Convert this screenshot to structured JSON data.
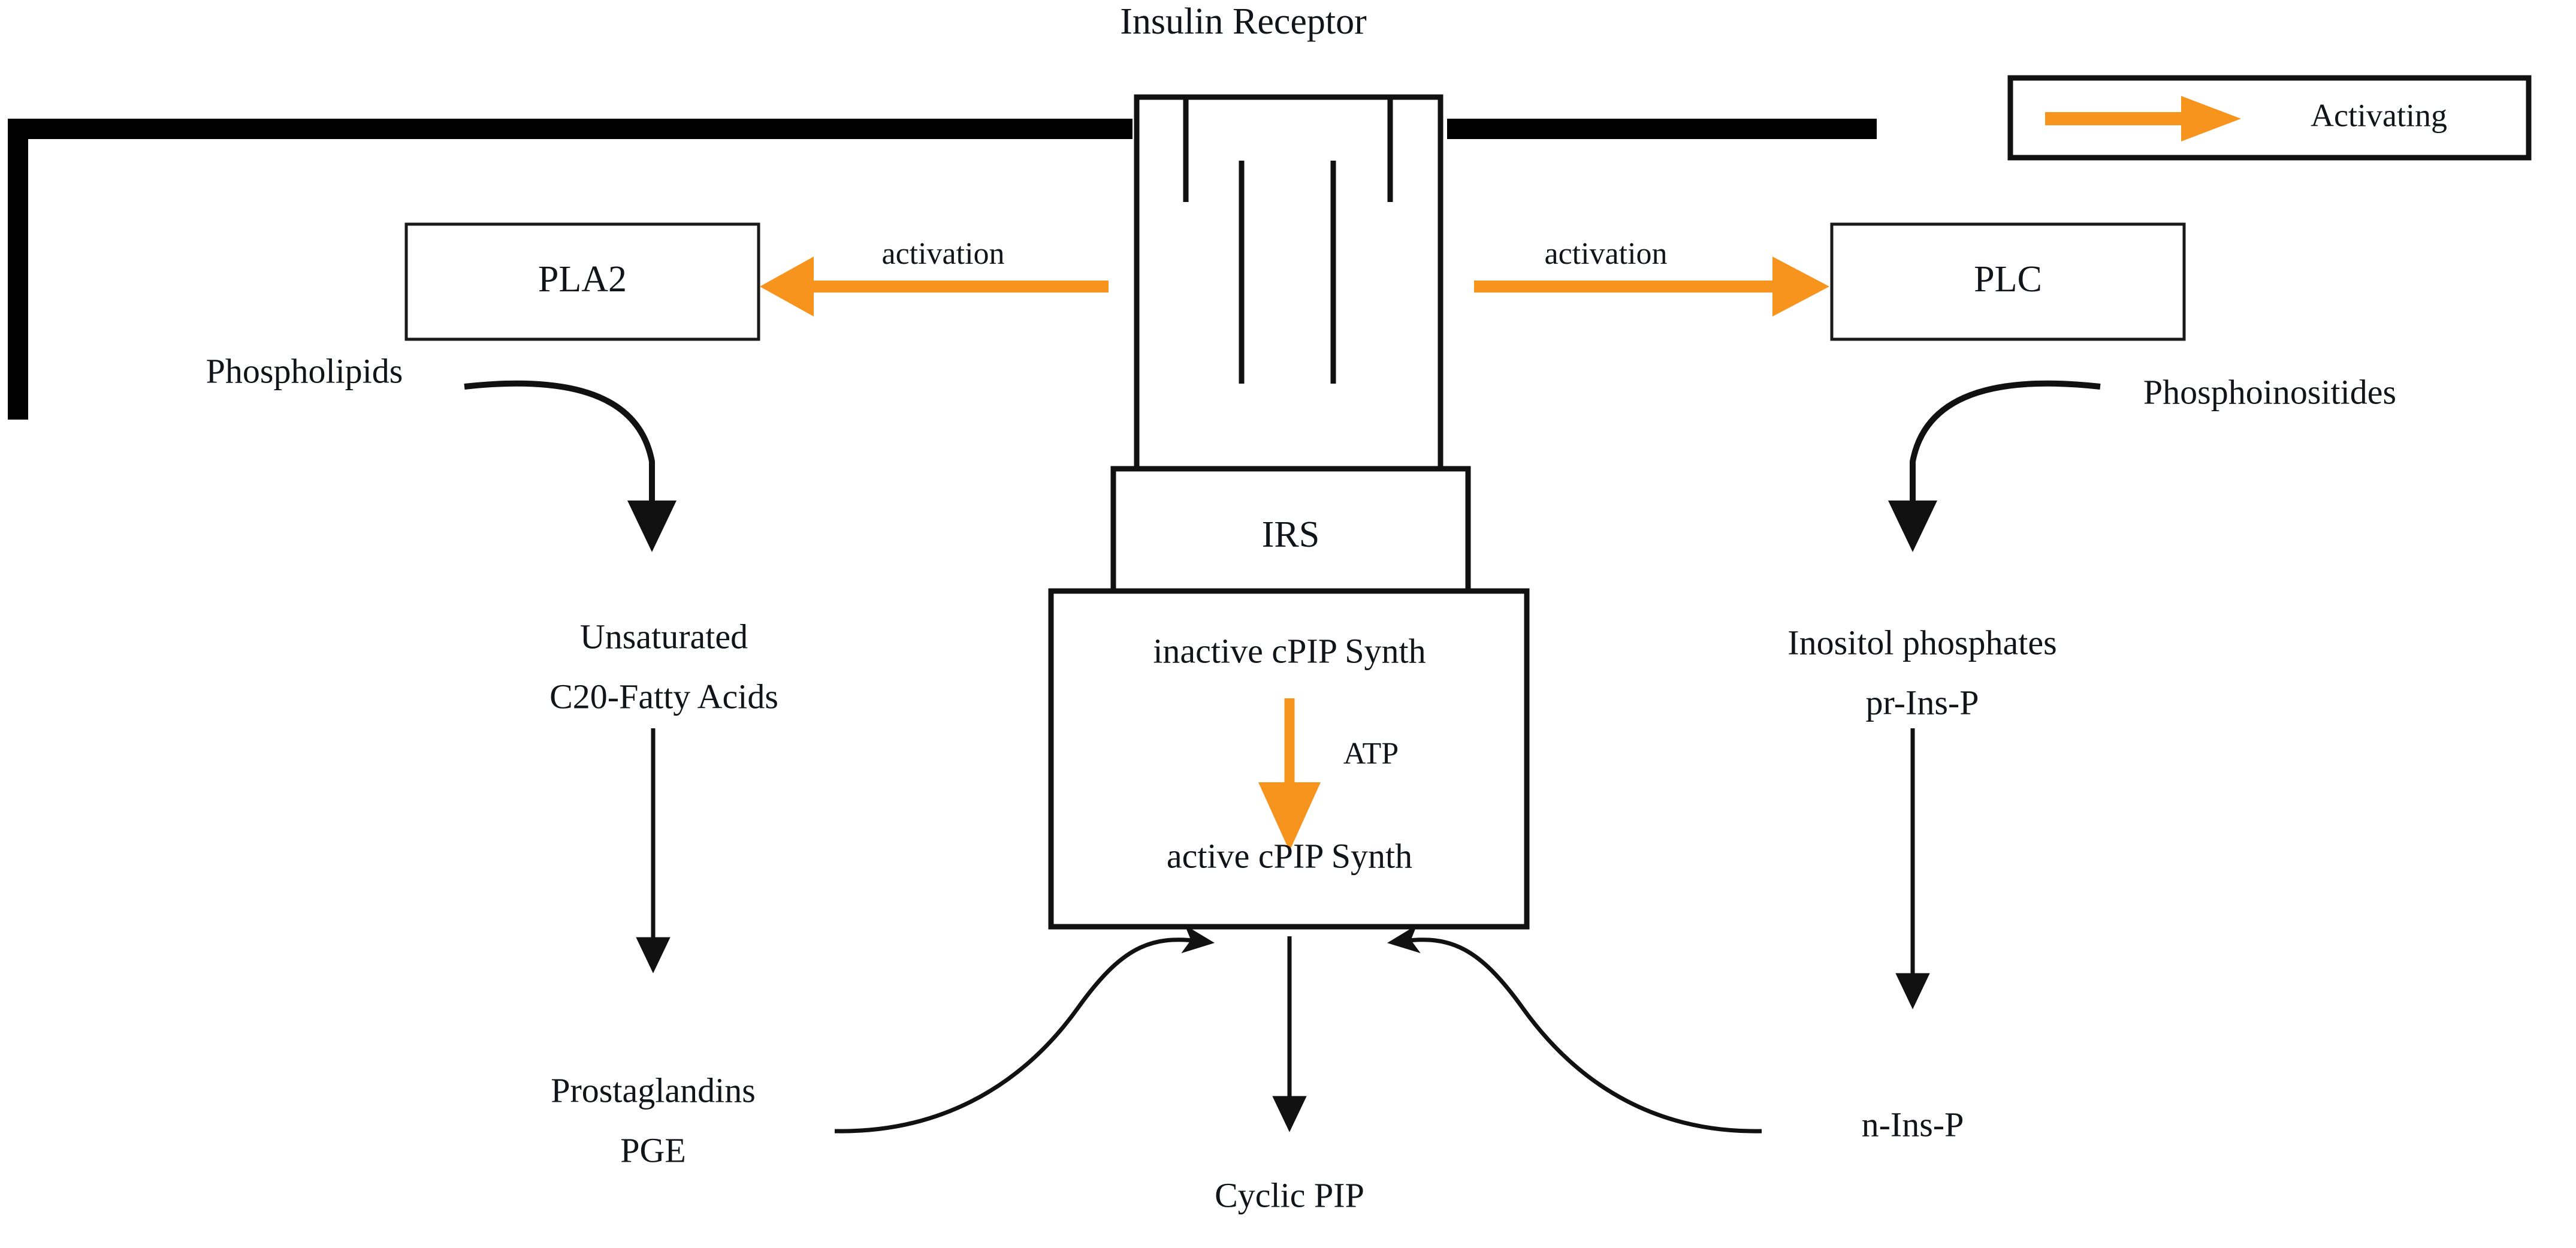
{
  "figure": {
    "title": "Insulin Receptor",
    "accent_color": "#F7941E",
    "line_color": "#111111",
    "background": "#ffffff"
  },
  "legend": {
    "arrow_color": "#F7941E",
    "label": "Activating"
  },
  "membrane": {
    "name": "plasma-membrane"
  },
  "receptor": {
    "label": "Insulin Receptor",
    "substrate_label": "IRS"
  },
  "boxes": {
    "pla2": "PLA2",
    "plc": "PLC",
    "irs": "IRS",
    "inactive_synth": "inactive cPIP Synth",
    "active_synth": "active cPIP Synth"
  },
  "edge_labels": {
    "activation_left": "activation",
    "activation_right": "activation",
    "atp": "ATP"
  },
  "left_pathway": {
    "substrate": "Phospholipids",
    "product_line1": "Unsaturated",
    "product_line2": "C20-Fatty Acids",
    "terminal_line1": "Prostaglandins",
    "terminal_line2": "PGE"
  },
  "right_pathway": {
    "substrate": "Phosphoinositides",
    "product_line1": "Inositol phosphates",
    "product_line2": "pr-Ins-P",
    "terminal": "n-Ins-P"
  },
  "output": {
    "label": "Cyclic PIP"
  }
}
